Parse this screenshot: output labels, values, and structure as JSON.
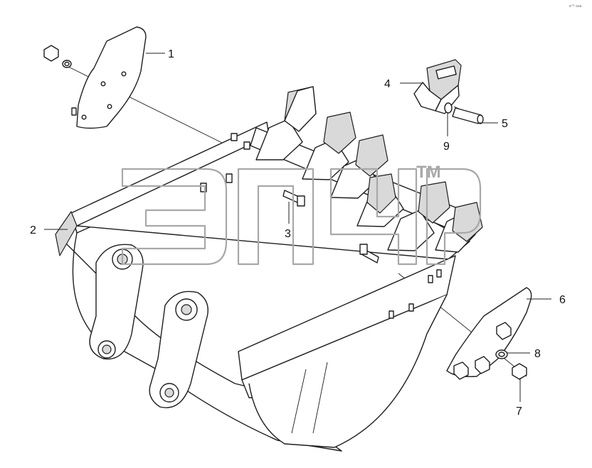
{
  "diagram": {
    "corner_code": "в™ ааа",
    "watermark": {
      "trademark": "TM"
    },
    "callouts": [
      {
        "id": "1",
        "label": "1"
      },
      {
        "id": "2",
        "label": "2"
      },
      {
        "id": "3",
        "label": "3"
      },
      {
        "id": "4",
        "label": "4"
      },
      {
        "id": "5",
        "label": "5"
      },
      {
        "id": "6",
        "label": "6"
      },
      {
        "id": "7",
        "label": "7"
      },
      {
        "id": "8",
        "label": "8"
      },
      {
        "id": "9",
        "label": "9"
      }
    ]
  }
}
